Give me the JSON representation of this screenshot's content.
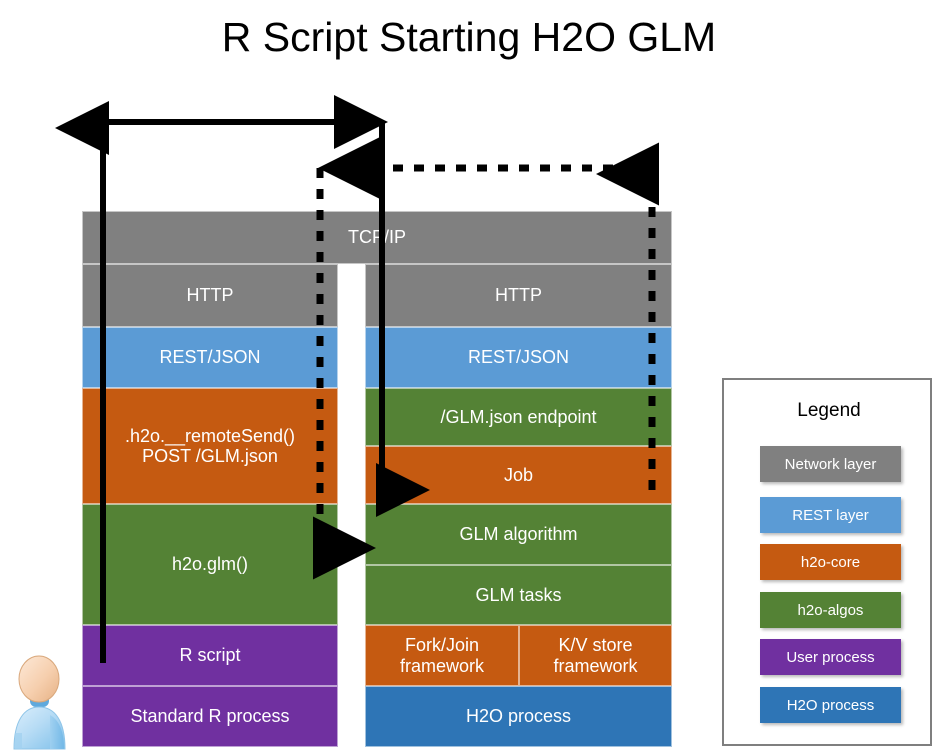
{
  "title": "R Script Starting H2O GLM",
  "colors": {
    "network_layer": "#808080",
    "rest_layer": "#5B9BD5",
    "h2o_core": "#C55A11",
    "h2o_algos": "#548235",
    "user_process": "#7030A0",
    "h2o_process": "#2E75B6",
    "background": "#FFFFFF",
    "arrow": "#000000",
    "legend_border": "#7F7F7F"
  },
  "shared_band": {
    "label": "TCP/IP",
    "layer": "network_layer"
  },
  "left_stack": {
    "name": "Standard R process stack",
    "blocks": [
      {
        "label": "HTTP",
        "layer": "network_layer"
      },
      {
        "label": "REST/JSON",
        "layer": "rest_layer"
      },
      {
        "label": ".h2o.__remoteSend()\nPOST /GLM.json",
        "layer": "h2o_core"
      },
      {
        "label": "h2o.glm()",
        "layer": "h2o_algos"
      },
      {
        "label": "R script",
        "layer": "user_process"
      },
      {
        "label": "Standard R process",
        "layer": "user_process"
      }
    ]
  },
  "right_stack": {
    "name": "H2O process stack",
    "blocks": [
      {
        "label": "HTTP",
        "layer": "network_layer"
      },
      {
        "label": "REST/JSON",
        "layer": "rest_layer"
      },
      {
        "label": "/GLM.json endpoint",
        "layer": "h2o_algos"
      },
      {
        "label": "Job",
        "layer": "h2o_core"
      },
      {
        "label": "GLM algorithm",
        "layer": "h2o_algos"
      },
      {
        "label": "GLM tasks",
        "layer": "h2o_algos"
      },
      {
        "label": "H2O process",
        "layer": "h2o_process"
      }
    ],
    "split_row": [
      {
        "label": "Fork/Join\nframework",
        "layer": "h2o_core"
      },
      {
        "label": "K/V store\nframework",
        "layer": "h2o_core"
      }
    ]
  },
  "legend": {
    "title": "Legend",
    "items": [
      {
        "label": "Network layer",
        "color": "#808080"
      },
      {
        "label": "REST layer",
        "color": "#5B9BD5"
      },
      {
        "label": "h2o-core",
        "color": "#C55A11"
      },
      {
        "label": "h2o-algos",
        "color": "#548235"
      },
      {
        "label": "User process",
        "color": "#7030A0"
      },
      {
        "label": "H2O process",
        "color": "#2E75B6"
      }
    ]
  },
  "flows": [
    {
      "name": "request",
      "style": "solid",
      "description": "R script up through h2o.glm() and remoteSend, across to H2O process, down into Job"
    },
    {
      "name": "response",
      "style": "dashed",
      "description": "H2O process up and back across to R process, down to h2o.glm()"
    }
  ],
  "avatar": {
    "name": "user-avatar"
  }
}
